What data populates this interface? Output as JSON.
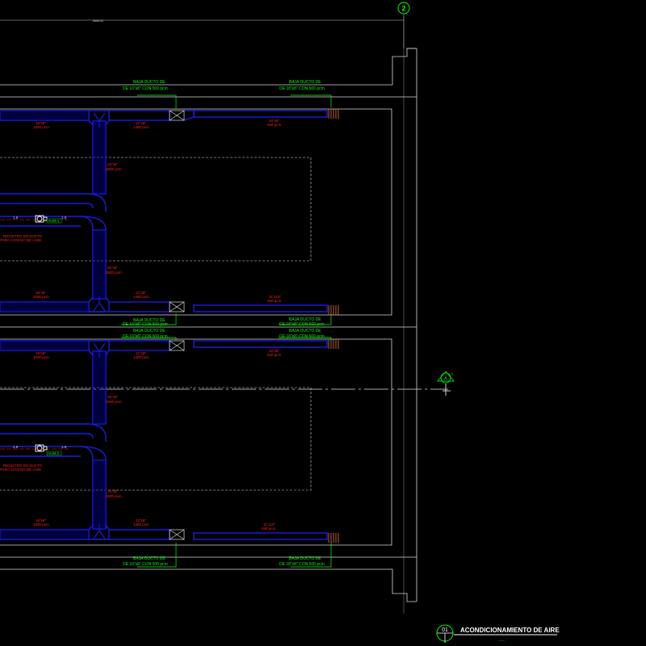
{
  "drawing": {
    "grid_marker": "2",
    "dim_top": "5865.00",
    "section_marker": "A",
    "section_sheet": "1"
  },
  "title_block": {
    "number": "01",
    "title": "ACONDICIONAMIENTO DE AIRE",
    "scale_mark": "___"
  },
  "units": {
    "unit_1": "HUM-1",
    "unit_2": "HUM-2",
    "dim_left": "1.9",
    "dim_right": "1.9"
  },
  "notes": {
    "baja_line1": "BAJA DUCTO DE",
    "baja_a": "DE 10\"x8\" CON 500 pcm",
    "baja_b": "DE 18\"x8\" CON 500 pcm",
    "registro_line1": "REGISTRO EN DUCTO",
    "registro_line2": "PARA ACCESO DE HUM"
  },
  "duct_labels": {
    "d1": "18\"x8\"",
    "f1": "1000 pcm",
    "d2": "12\"x8\"",
    "f2": "1450 pcm",
    "d3": "10\"x8\"",
    "f3": "500 pcm",
    "d4": "26\"x8\"",
    "f4": "2500 pcm",
    "d5": "11\"x10\"",
    "f5": "450 pcm"
  },
  "colors": {
    "background": "#000000",
    "duct": "#1a1ae6",
    "duct_inner": "#0000b0",
    "walls": "#d8d8d8",
    "annotation_green": "#00ff00",
    "annotation_red": "#ff2020",
    "diffuser": "#c06030"
  }
}
